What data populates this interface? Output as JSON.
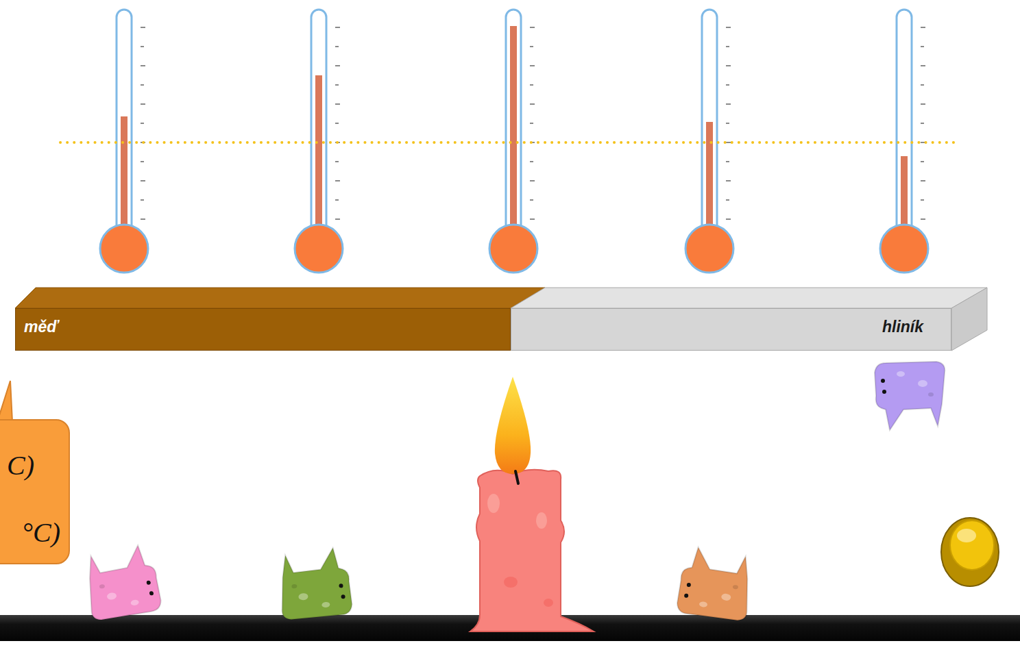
{
  "diagram": {
    "nodes": [
      {
        "text": [
          "měď"
        ]
      },
      {
        "text": [
          "hliník"
        ]
      },
      {
        "text": [
          "C)",
          "°C)"
        ]
      }
    ]
  }
}
